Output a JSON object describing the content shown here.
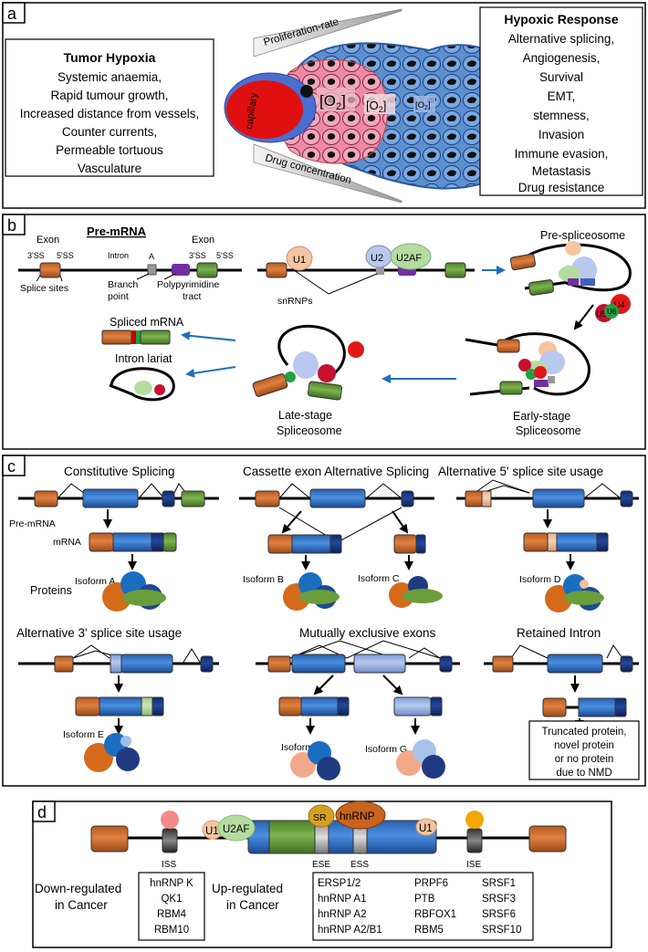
{
  "panel_a": {
    "letter": "a",
    "tumor_hypoxia": {
      "title": "Tumor Hypoxia",
      "lines": [
        "Systemic anaemia,",
        "Rapid tumour growth,",
        "Increased distance from vessels,",
        "Counter currents,",
        "Permeable tortuous",
        "Vasculature"
      ]
    },
    "center": {
      "proliferation": "Proliferation-rate",
      "drug": "Drug concentration",
      "capillary": "capillary",
      "o2_big": "[O",
      "o2_sub": "2",
      "o2_close": "]"
    },
    "hypoxic_response": {
      "title": "Hypoxic Response",
      "lines": [
        "Alternative splicing,",
        "Angiogenesis,",
        "Survival",
        "EMT,",
        "stemness,",
        "Invasion",
        "Immune evasion,",
        "Metastasis",
        "Drug resistance"
      ]
    }
  },
  "panel_b": {
    "letter": "b",
    "pre_mrna": "Pre-mRNA",
    "exon": "Exon",
    "intron": "Intron",
    "ss3": "3'SS",
    "ss5": "5'SS",
    "splice_sites": "Splice sites",
    "branch_a": "A",
    "branch_point": [
      "Branch",
      "point"
    ],
    "polypyrimidine": [
      "Polypyrimidine",
      "tract"
    ],
    "u1": "U1",
    "u2": "U2",
    "u2af": "U2AF",
    "snrnps": "snRNPs",
    "pre_spliceosome": "Pre-spliceosome",
    "u4": "U4",
    "u5": "U5",
    "u6": "U6",
    "early": [
      "Early-stage",
      "Spliceosome"
    ],
    "late": [
      "Late-stage",
      "Spliceosome"
    ],
    "spliced_mrna": "Spliced mRNA",
    "intron_lariat": "Intron lariat"
  },
  "panel_c": {
    "letter": "c",
    "constitutive": "Constitutive Splicing",
    "cassette": "Cassette exon Alternative  Splicing",
    "alt5": "Alternative 5' splice site usage",
    "alt3": "Alternative 3' splice site usage",
    "mutex": "Mutually exclusive exons",
    "retained": "Retained Intron",
    "pre_mrna": "Pre-mRNA",
    "mrna": "mRNA",
    "proteins": "Proteins",
    "isoforms": [
      "Isoform A",
      "Isoform B",
      "Isoform C",
      "Isoform D",
      "Isoform E",
      "Isoform F",
      "Isoform G"
    ],
    "truncated": [
      "Truncated protein,",
      "novel protein",
      "or no protein",
      "due to NMD"
    ]
  },
  "panel_d": {
    "letter": "d",
    "u1": "U1",
    "u2af": "U2AF",
    "sr": "SR",
    "hnrnp": "hnRNP",
    "iss": "ISS",
    "ese": "ESE",
    "ess": "ESS",
    "ise": "ISE",
    "down_label": [
      "Down-regulated",
      "in Cancer"
    ],
    "up_label": [
      "Up-regulated",
      "in Cancer"
    ],
    "down_list": [
      "hnRNP K",
      "QK1",
      "RBM4",
      "RBM10"
    ],
    "up_col1": [
      "ERSP1/2",
      "hnRNP A1",
      "hnRNP A2",
      "hnRNP A2/B1"
    ],
    "up_col2": [
      "PRPF6",
      "PTB",
      "RBFOX1",
      "RBM5"
    ],
    "up_col3": [
      "SRSF1",
      "SRSF3",
      "SRSF6",
      "SRSF10"
    ]
  }
}
